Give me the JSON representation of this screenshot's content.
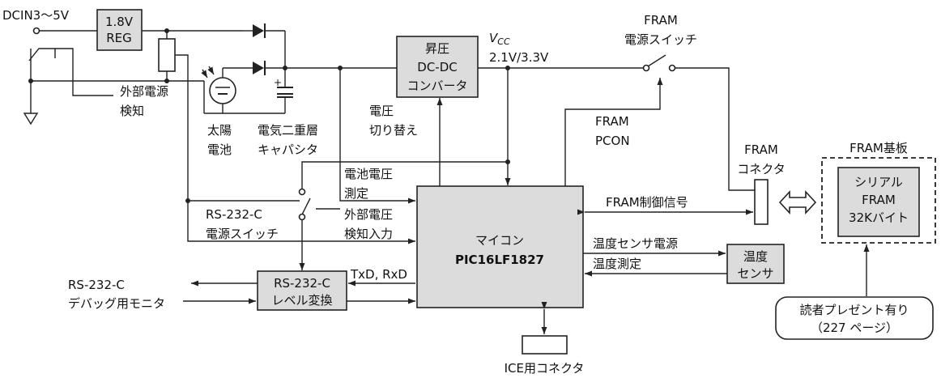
{
  "dcin": "DCIN3～5V",
  "reg": {
    "line1": "1.8V",
    "line2": "REG"
  },
  "ext_detect": {
    "line1": "外部電源",
    "line2": "検知"
  },
  "solar": {
    "line1": "太陽",
    "line2": "電池"
  },
  "cap": {
    "line1": "電気二重層",
    "line2": "キャパシタ"
  },
  "boost": {
    "line1": "昇圧",
    "line2": "DC-DC",
    "line3": "コンバータ"
  },
  "vcc": {
    "symbol": "V",
    "sub": "CC",
    "values": "2.1V/3.3V"
  },
  "volt_switch": {
    "line1": "電圧",
    "line2": "切り替え"
  },
  "fram_switch": {
    "line1": "FRAM",
    "line2": "電源スイッチ"
  },
  "fram_pcon": {
    "line1": "FRAM",
    "line2": "PCON"
  },
  "fram_connector": {
    "line1": "FRAM",
    "line2": "コネクタ"
  },
  "fram_board": {
    "title": "FRAM基板",
    "line1": "シリアル",
    "line2": "FRAM",
    "line3": "32Kバイト"
  },
  "batt_measure": {
    "line1": "電池電圧",
    "line2": "測定"
  },
  "ext_input": {
    "line1": "外部電圧",
    "line2": "検知入力"
  },
  "rs_switch": {
    "line1": "RS-232-C",
    "line2": "電源スイッチ"
  },
  "mcu": {
    "line1": "マイコン",
    "line2": "PIC16LF1827"
  },
  "fram_ctrl": "FRAM制御信号",
  "temp_power": "温度センサ電源",
  "temp_measure": "温度測定",
  "temp_sensor": {
    "line1": "温度",
    "line2": "センサ"
  },
  "txrx": "TxD, RxD",
  "level_conv": {
    "line1": "RS-232-C",
    "line2": "レベル変換"
  },
  "debug_monitor": {
    "line1": "RS-232-C",
    "line2": "デバッグ用モニタ"
  },
  "ice": "ICE用コネクタ",
  "present": {
    "line1": "読者プレゼント有り",
    "line2": "（227 ページ）"
  }
}
